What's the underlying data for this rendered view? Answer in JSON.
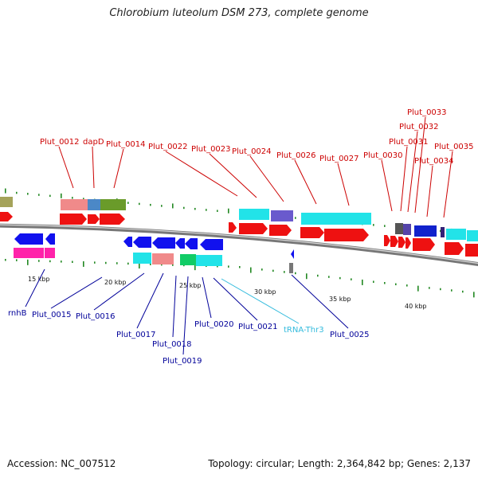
{
  "title": "Chlorobium luteolum DSM 273, complete genome",
  "footer": {
    "accession": "Accession: NC_007512",
    "stats": "Topology: circular; Length: 2,364,842 bp; Genes: 2,137"
  },
  "colors": {
    "forward_label": "#cc0000",
    "reverse_label": "#000099",
    "rna_label": "#33bbdd",
    "backbone": "#777777",
    "tick": "#228822"
  },
  "scale_labels": [
    "15 kbp",
    "20 kbp",
    "25 kbp",
    "30 kbp",
    "35 kbp",
    "40 kbp"
  ],
  "forward_labels": [
    "Plut_0012",
    "dapD",
    "Plut_0014",
    "Plut_0022",
    "Plut_0023",
    "Plut_0024",
    "Plut_0026",
    "Plut_0027",
    "Plut_0030",
    "Plut_0031",
    "Plut_0032",
    "Plut_0033",
    "Plut_0034",
    "Plut_0035"
  ],
  "reverse_labels": [
    "rnhB",
    "Plut_0015",
    "Plut_0016",
    "Plut_0017",
    "Plut_0018",
    "Plut_0019",
    "Plut_0020",
    "Plut_0021",
    "tRNA-Thr3",
    "Plut_0025"
  ]
}
